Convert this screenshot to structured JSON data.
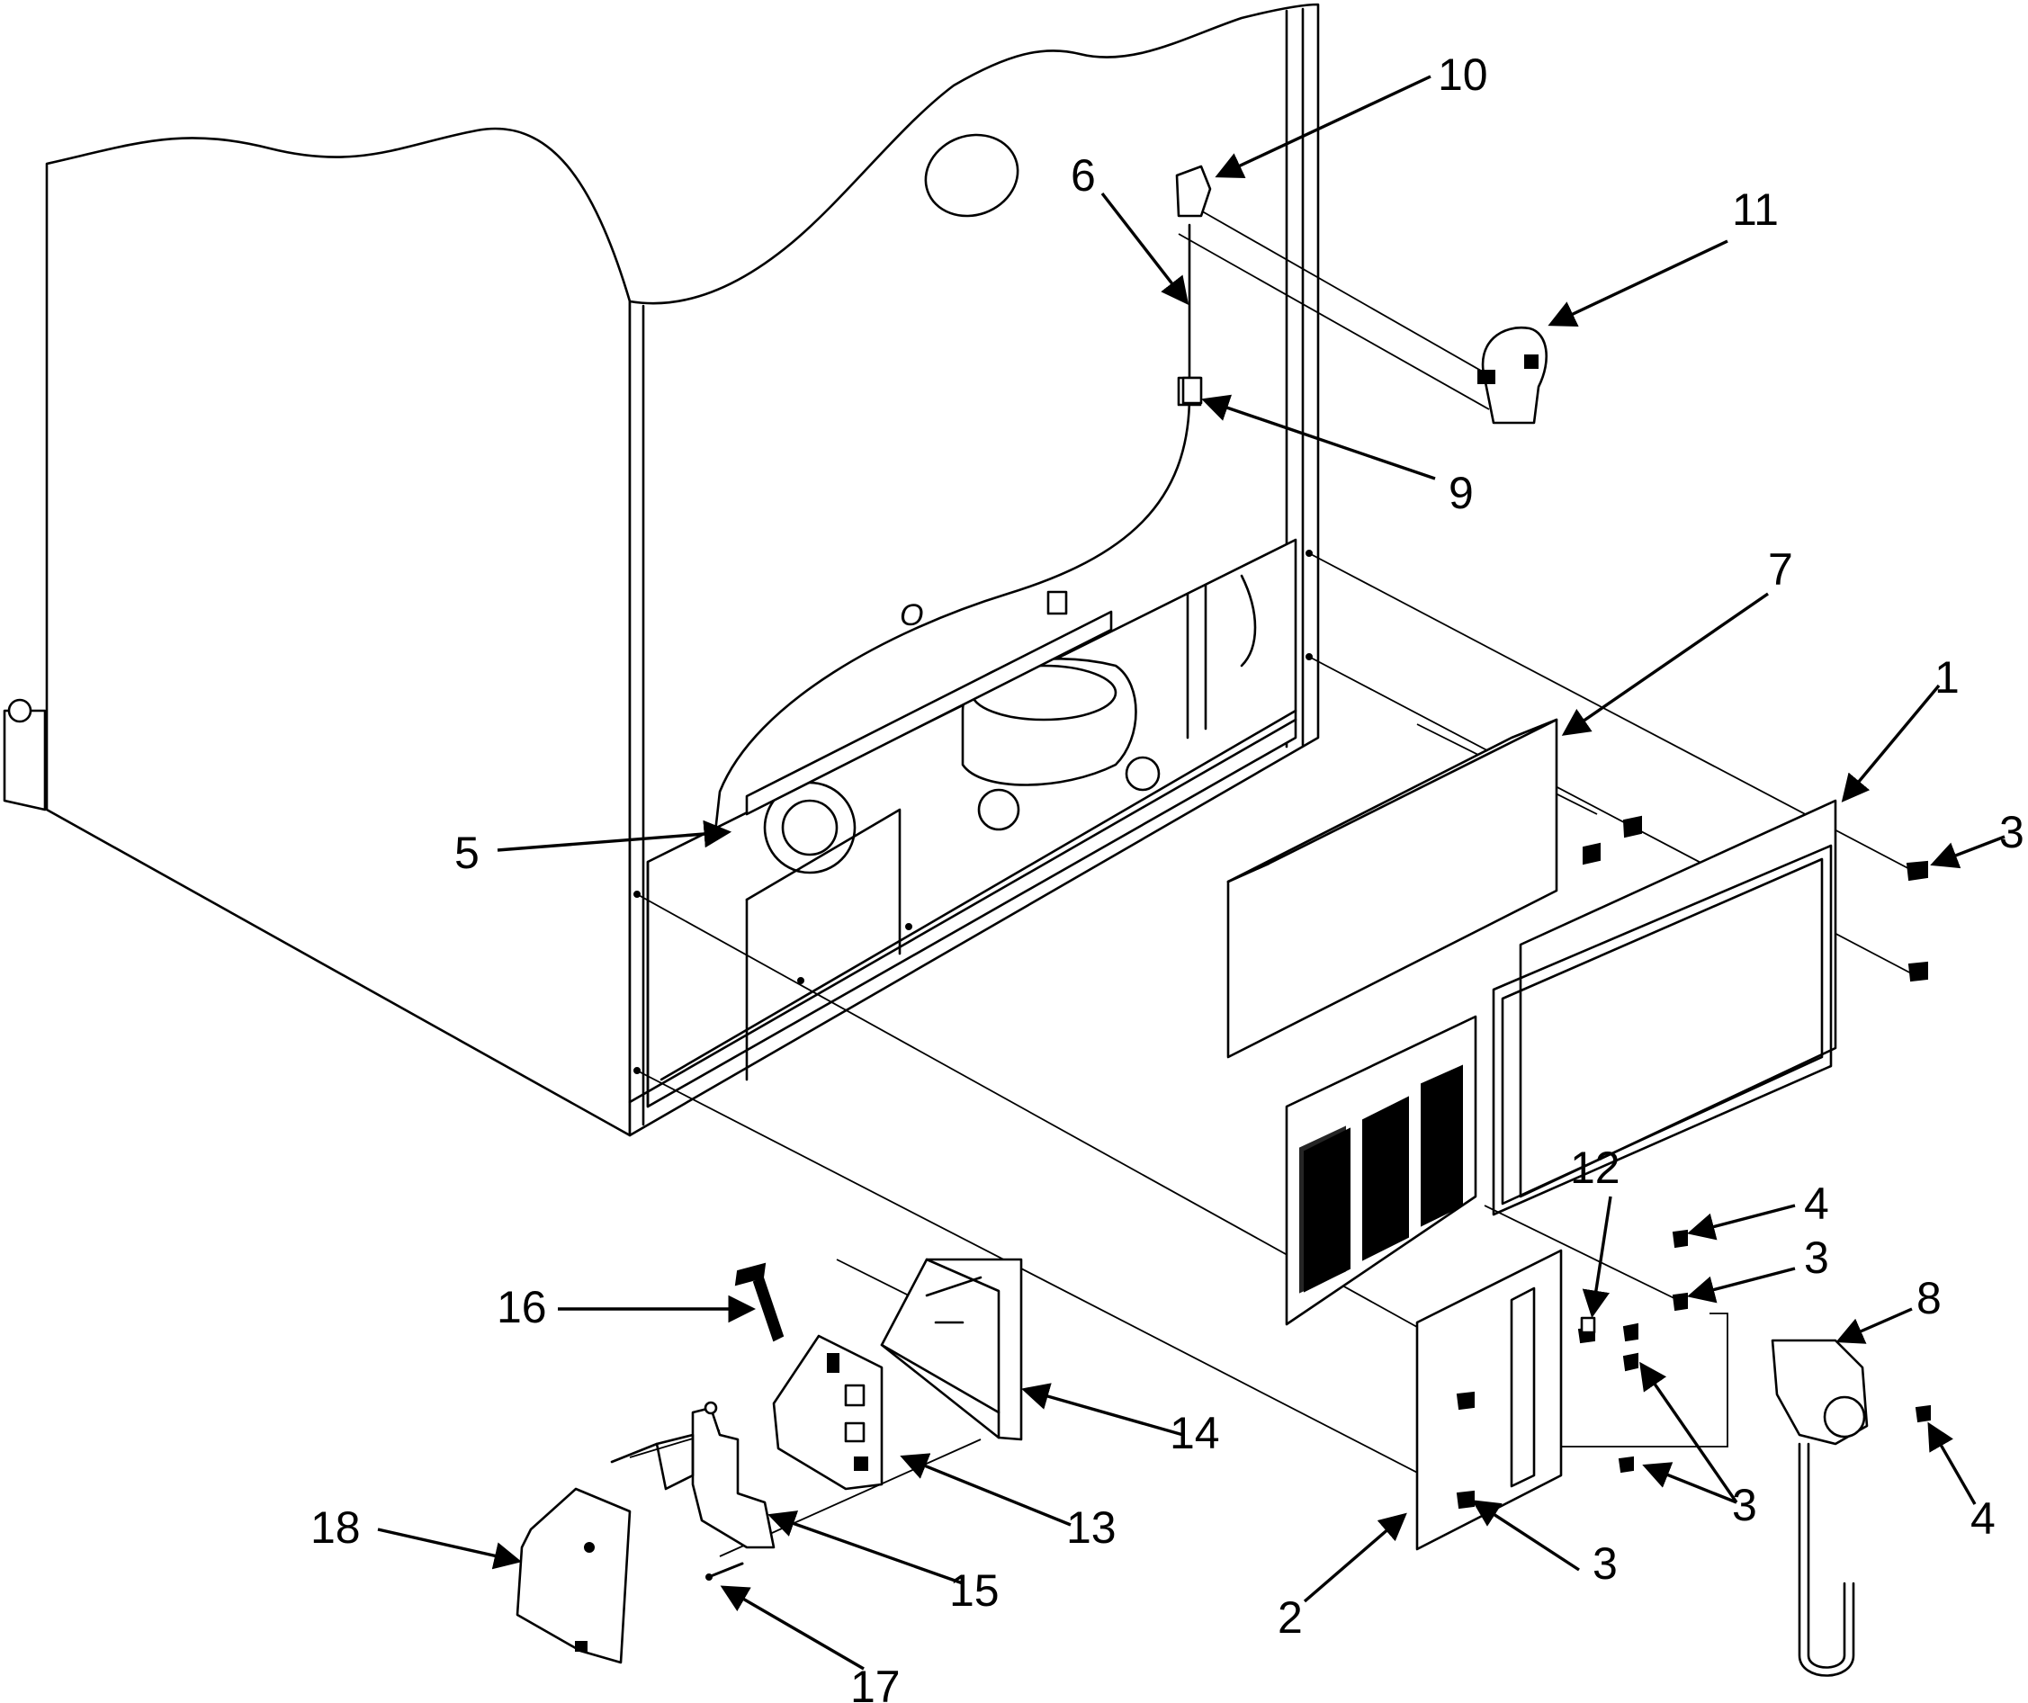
{
  "diagram": {
    "callouts": [
      {
        "id": "c10",
        "label": "10"
      },
      {
        "id": "c6",
        "label": "6"
      },
      {
        "id": "c11",
        "label": "11"
      },
      {
        "id": "c9",
        "label": "9"
      },
      {
        "id": "c7",
        "label": "7"
      },
      {
        "id": "c1",
        "label": "1"
      },
      {
        "id": "c3a",
        "label": "3"
      },
      {
        "id": "c5",
        "label": "5"
      },
      {
        "id": "c12",
        "label": "12"
      },
      {
        "id": "c4a",
        "label": "4"
      },
      {
        "id": "c3b",
        "label": "3"
      },
      {
        "id": "c8",
        "label": "8"
      },
      {
        "id": "c16",
        "label": "16"
      },
      {
        "id": "c14",
        "label": "14"
      },
      {
        "id": "c13",
        "label": "13"
      },
      {
        "id": "c18",
        "label": "18"
      },
      {
        "id": "c15",
        "label": "15"
      },
      {
        "id": "c17",
        "label": "17"
      },
      {
        "id": "c3c",
        "label": "3"
      },
      {
        "id": "c4b",
        "label": "4"
      },
      {
        "id": "c2",
        "label": "2"
      },
      {
        "id": "c3d",
        "label": "3"
      }
    ],
    "o_mark": "O"
  }
}
